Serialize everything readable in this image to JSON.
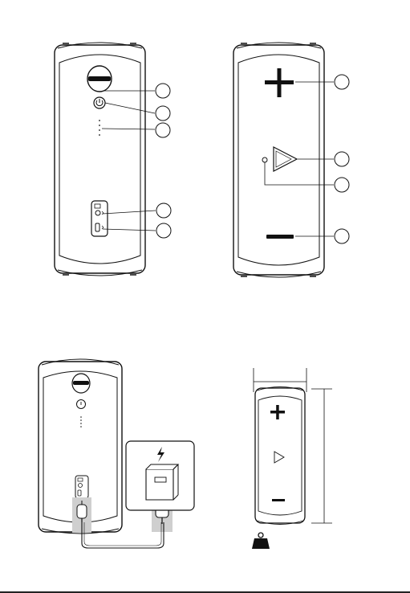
{
  "diagram": {
    "panels": [
      {
        "name": "speaker-back-view",
        "callout_count": 5
      },
      {
        "name": "speaker-front-view",
        "callout_count": 4
      },
      {
        "name": "charging-illustration"
      },
      {
        "name": "dimensions-and-weight"
      }
    ],
    "colors": {
      "line": "#111111",
      "band": "#ffffff",
      "cable_bg": "#cfcfcf",
      "background": "#ffffff"
    },
    "icons": [
      "power-icon",
      "plus-icon",
      "play-icon",
      "minus-icon",
      "lightning-icon",
      "weight-icon",
      "usb-icon",
      "aux-icon"
    ]
  }
}
